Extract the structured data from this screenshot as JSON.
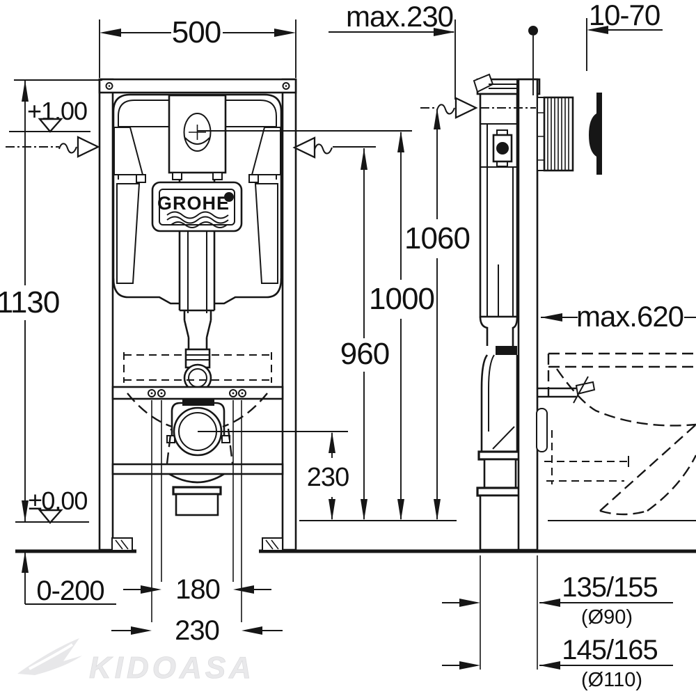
{
  "drawing": {
    "brand": "GROHE",
    "watermark": "KIDOASA",
    "front": {
      "width_label": "500",
      "height_label": "1130",
      "level_upper": "+1,00",
      "level_floor": "±0,00",
      "floor_buildup": "0-200",
      "fixing_inner": "180",
      "fixing_outer": "230",
      "drain_height": "230"
    },
    "heights": {
      "side_supply": "1060",
      "actuator": "1000",
      "supply": "960"
    },
    "side": {
      "top_offset": "max.230",
      "plate_range": "10-70",
      "depth_max": "max.620",
      "offset_90": "135/155",
      "dia_90": "(Ø90)",
      "offset_110": "145/165",
      "dia_110": "(Ø110)"
    }
  }
}
